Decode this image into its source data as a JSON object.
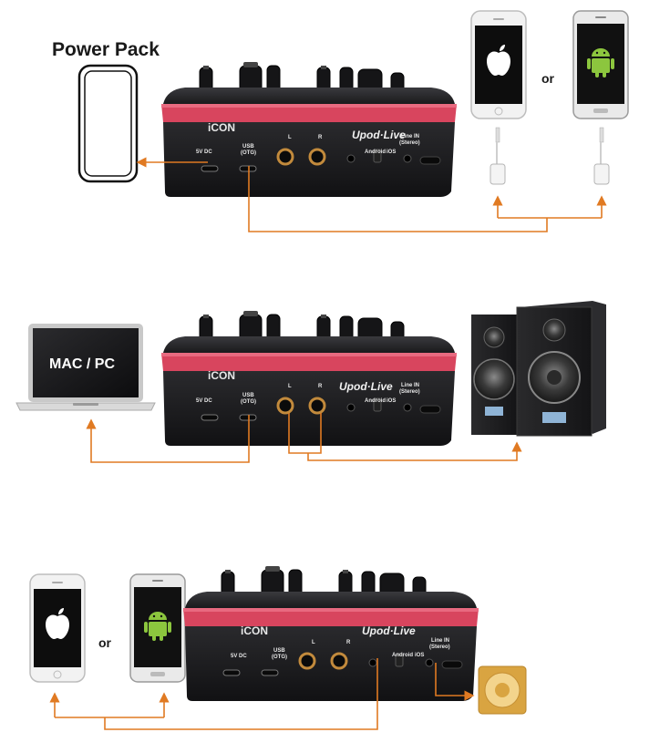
{
  "colors": {
    "wire": "#e07a22",
    "device_accent": "#d8455e",
    "device_body": "#1c1c1e",
    "ipod": "#d9a441"
  },
  "panel": {
    "brand": "iCON",
    "product": "Upod·Live",
    "port_5vdc": "5V DC",
    "port_usb_line1": "USB",
    "port_usb_line2": "(OTG)",
    "port_left": "L",
    "port_right": "R",
    "switch_android": "Android",
    "switch_ios": "iOS",
    "line_in_line1": "Line IN",
    "line_in_line2": "(Stereo)"
  },
  "section1": {
    "power_pack_label": "Power Pack",
    "or_label": "or",
    "ios_phone_icon": "apple-logo-icon",
    "android_phone_icon": "android-logo-icon"
  },
  "section2": {
    "laptop_label": "MAC / PC",
    "speakers_icon": "studio-monitor-speakers"
  },
  "section3": {
    "or_label": "or",
    "ios_phone_icon": "apple-logo-icon",
    "android_phone_icon": "android-logo-icon",
    "player_icon": "music-player-icon"
  }
}
